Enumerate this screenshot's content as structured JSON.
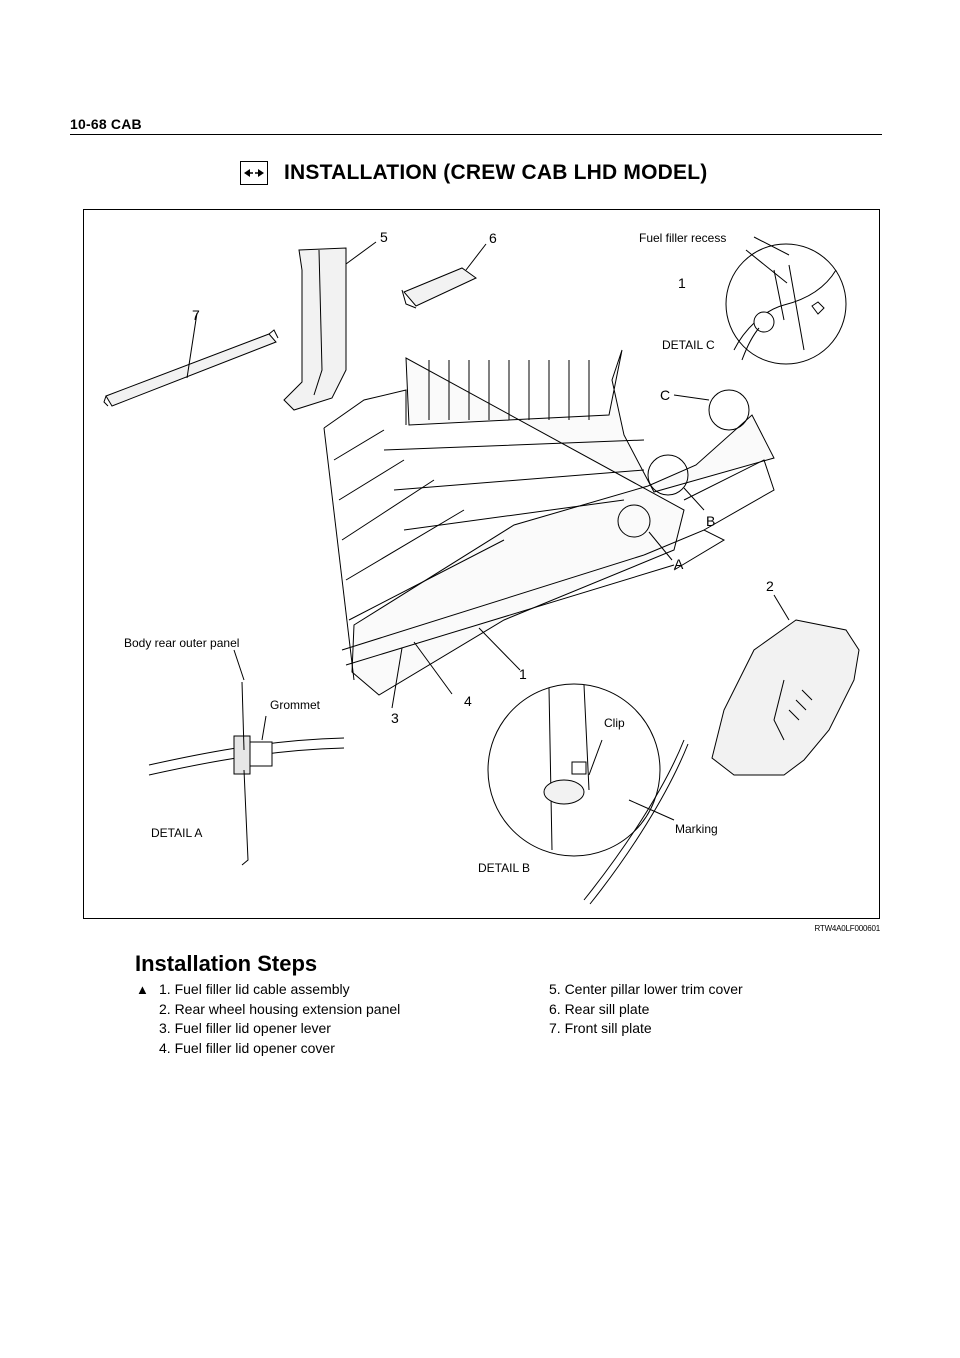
{
  "header": {
    "text": "10-68  CAB"
  },
  "section": {
    "title": "INSTALLATION (CREW CAB LHD MODEL)",
    "icon": "installation-arrows-icon"
  },
  "figure": {
    "labels": {
      "fuel_filler_recess": "Fuel filler recess",
      "detail_c": "DETAIL C",
      "body_rear_outer_panel": "Body rear outer panel",
      "grommet": "Grommet",
      "detail_a": "DETAIL A",
      "clip": "Clip",
      "marking": "Marking",
      "detail_b": "DETAIL B"
    },
    "callouts": {
      "n5": "5",
      "n6": "6",
      "n7": "7",
      "n1_detail": "1",
      "c": "C",
      "b": "B",
      "a": "A",
      "n2": "2",
      "n1": "1",
      "n4": "4",
      "n3": "3"
    },
    "code": "RTW4A0LF000601"
  },
  "steps": {
    "heading": "Installation Steps",
    "marker": "▲",
    "left": [
      "1. Fuel filler lid cable assembly",
      "2. Rear wheel housing extension panel",
      "3. Fuel filler lid opener lever",
      "4. Fuel filler lid opener cover"
    ],
    "right": [
      "5. Center pillar lower trim cover",
      "6. Rear sill plate",
      "7. Front sill plate"
    ]
  }
}
